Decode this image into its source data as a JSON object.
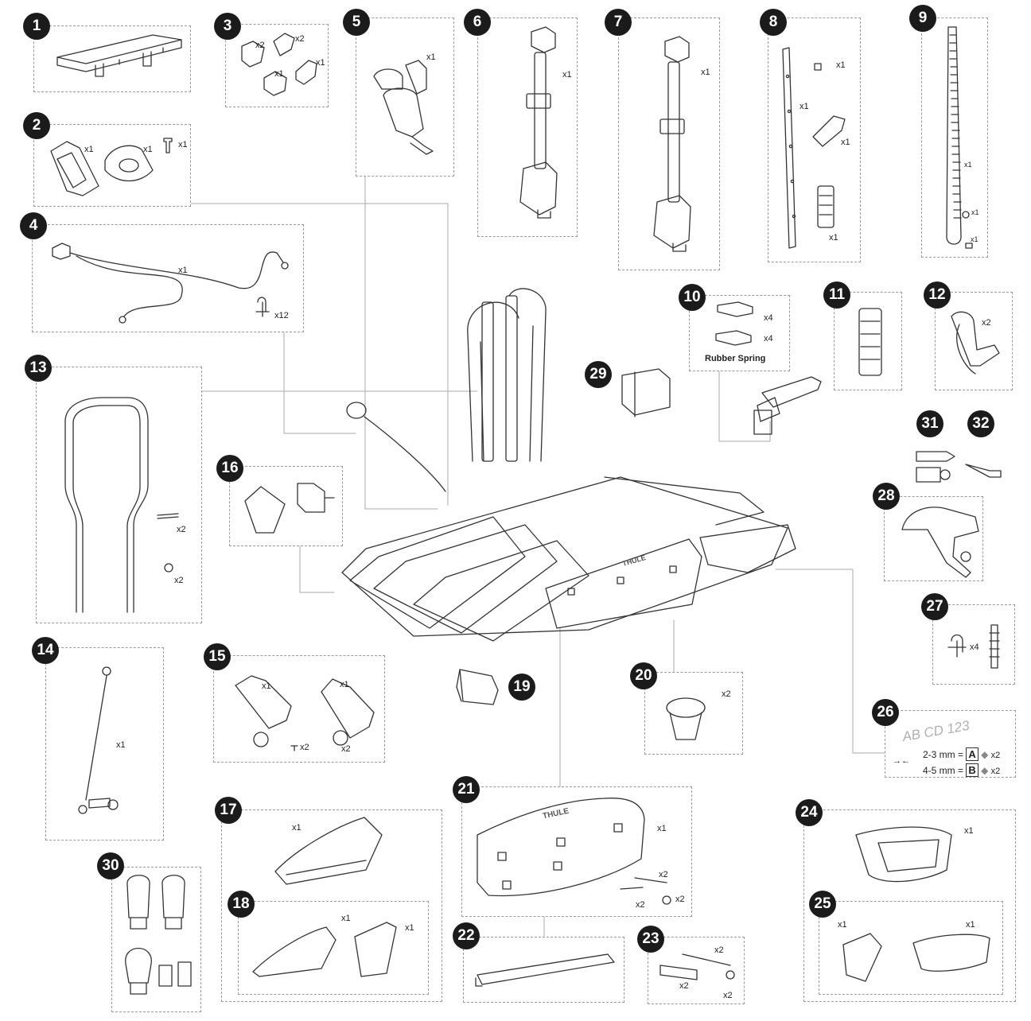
{
  "parts": [
    {
      "number": "1",
      "labels": []
    },
    {
      "number": "2",
      "labels": [
        "x1",
        "x1",
        "x1"
      ]
    },
    {
      "number": "3",
      "labels": [
        "x2",
        "x2",
        "x1",
        "x1"
      ]
    },
    {
      "number": "4",
      "labels": [
        "x1",
        "x12"
      ]
    },
    {
      "number": "5",
      "labels": [
        "x1"
      ]
    },
    {
      "number": "6",
      "labels": [
        "x1"
      ]
    },
    {
      "number": "7",
      "labels": [
        "x1"
      ]
    },
    {
      "number": "8",
      "labels": [
        "x1",
        "x1",
        "x1",
        "x1"
      ]
    },
    {
      "number": "9",
      "labels": [
        "x1",
        "x1",
        "x1"
      ]
    },
    {
      "number": "10",
      "labels": [
        "x4",
        "x4"
      ],
      "caption": "Rubber Spring"
    },
    {
      "number": "11",
      "labels": []
    },
    {
      "number": "12",
      "labels": [
        "x2"
      ]
    },
    {
      "number": "13",
      "labels": [
        "x2",
        "x2"
      ]
    },
    {
      "number": "14",
      "labels": [
        "x1"
      ]
    },
    {
      "number": "15",
      "labels": [
        "x1",
        "x1",
        "x2",
        "x2"
      ]
    },
    {
      "number": "16",
      "labels": []
    },
    {
      "number": "17",
      "labels": [
        "x1"
      ]
    },
    {
      "number": "18",
      "labels": [
        "x1",
        "x1"
      ]
    },
    {
      "number": "19",
      "labels": []
    },
    {
      "number": "20",
      "labels": [
        "x2"
      ]
    },
    {
      "number": "21",
      "labels": [
        "x1",
        "x2",
        "x2",
        "x2"
      ]
    },
    {
      "number": "22",
      "labels": []
    },
    {
      "number": "23",
      "labels": [
        "x2",
        "x2",
        "x2"
      ]
    },
    {
      "number": "24",
      "labels": [
        "x1"
      ]
    },
    {
      "number": "25",
      "labels": [
        "x1",
        "x1"
      ]
    },
    {
      "number": "26",
      "labels": [
        "x2",
        "x2"
      ],
      "plate_text": "AB CD 123",
      "row1": "2-3 mm =",
      "row1_code": "A",
      "row2": "4-5 mm =",
      "row2_code": "B"
    },
    {
      "number": "27",
      "labels": [
        "x4"
      ]
    },
    {
      "number": "28",
      "labels": []
    },
    {
      "number": "29",
      "labels": []
    },
    {
      "number": "30",
      "labels": []
    },
    {
      "number": "31",
      "labels": []
    },
    {
      "number": "32",
      "labels": []
    }
  ],
  "brand_mark": "THULE"
}
